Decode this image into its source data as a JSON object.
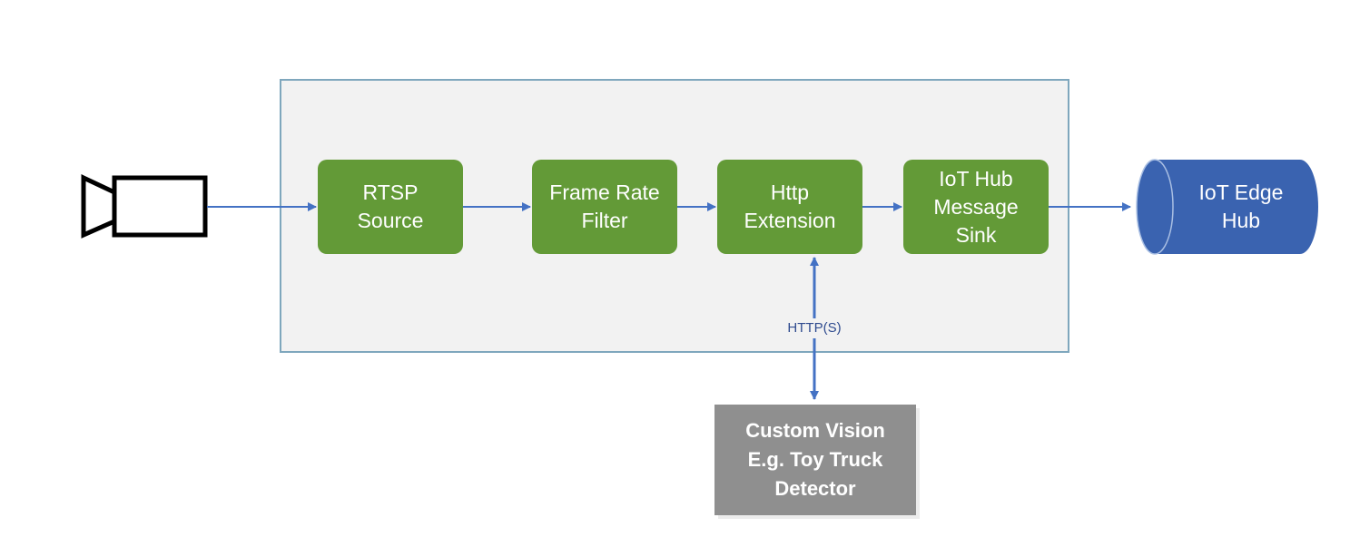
{
  "diagram": {
    "nodes": {
      "rtsp_source": "RTSP\nSource",
      "frame_rate_filter": "Frame Rate\nFilter",
      "http_extension": "Http\nExtension",
      "iot_hub_message_sink": "IoT Hub\nMessage\nSink",
      "iot_edge_hub": "IoT Edge\nHub",
      "custom_vision": "Custom Vision\nE.g. Toy Truck\nDetector"
    },
    "connection_label": "HTTP(S)",
    "icons": {
      "source": "video-camera-icon",
      "sink": "cylinder-database-icon"
    },
    "colors": {
      "node_green": "#639a37",
      "connector_blue": "#4472c4",
      "hub_blue": "#3a63b0",
      "external_gray": "#8f8f8f",
      "frame_fill": "#f2f2f2"
    }
  }
}
